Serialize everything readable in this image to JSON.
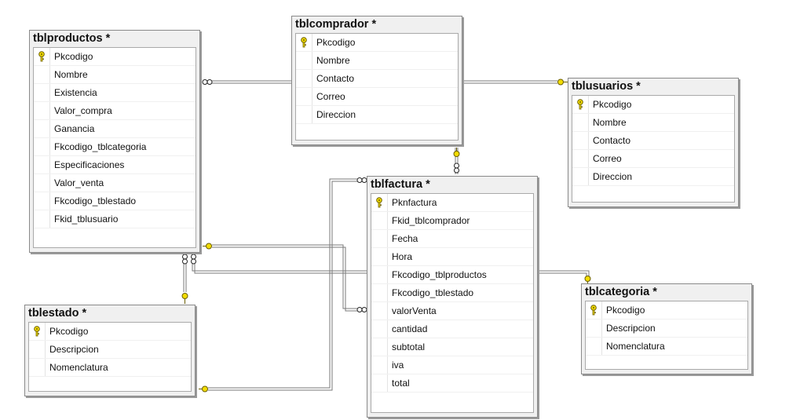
{
  "colors": {
    "key": "#e8d100",
    "line": "#7a7a7a",
    "header": "#f0f0f0"
  },
  "tables": [
    {
      "id": "tblproductos",
      "title": "tblproductos *",
      "key_icon": "primary-key-icon",
      "columns": [
        "Pkcodigo",
        "Nombre",
        "Existencia",
        "Valor_compra",
        "Ganancia",
        "Fkcodigo_tblcategoria",
        "Especificaciones",
        "Valor_venta",
        "Fkcodigo_tblestado",
        "Fkid_tblusuario"
      ]
    },
    {
      "id": "tblcomprador",
      "title": "tblcomprador *",
      "key_icon": "primary-key-icon",
      "columns": [
        "Pkcodigo",
        "Nombre",
        "Contacto",
        "Correo",
        "Direccion"
      ]
    },
    {
      "id": "tblusuarios",
      "title": "tblusuarios *",
      "key_icon": "primary-key-icon",
      "columns": [
        "Pkcodigo",
        "Nombre",
        "Contacto",
        "Correo",
        "Direccion"
      ]
    },
    {
      "id": "tblfactura",
      "title": "tblfactura *",
      "key_icon": "primary-key-icon",
      "columns": [
        "Pknfactura",
        "Fkid_tblcomprador",
        "Fecha",
        "Hora",
        "Fkcodigo_tblproductos",
        "Fkcodigo_tblestado",
        "valorVenta",
        "cantidad",
        "subtotal",
        "iva",
        "total"
      ]
    },
    {
      "id": "tblestado",
      "title": "tblestado *",
      "key_icon": "primary-key-icon",
      "columns": [
        "Pkcodigo",
        "Descripcion",
        "Nomenclatura"
      ]
    },
    {
      "id": "tblcategoria",
      "title": "tblcategoria *",
      "key_icon": "primary-key-icon",
      "columns": [
        "Pkcodigo",
        "Descripcion",
        "Nomenclatura"
      ]
    }
  ],
  "relationships": [
    {
      "from": "tblproductos",
      "to": "tblcomprador"
    },
    {
      "from": "tblcomprador",
      "to": "tblusuarios"
    },
    {
      "from": "tblcomprador",
      "to": "tblfactura"
    },
    {
      "from": "tblproductos",
      "to": "tblestado"
    },
    {
      "from": "tblproductos",
      "to": "tblcategoria"
    },
    {
      "from": "tblproductos",
      "to": "tblfactura"
    },
    {
      "from": "tblestado",
      "to": "tblfactura"
    }
  ]
}
